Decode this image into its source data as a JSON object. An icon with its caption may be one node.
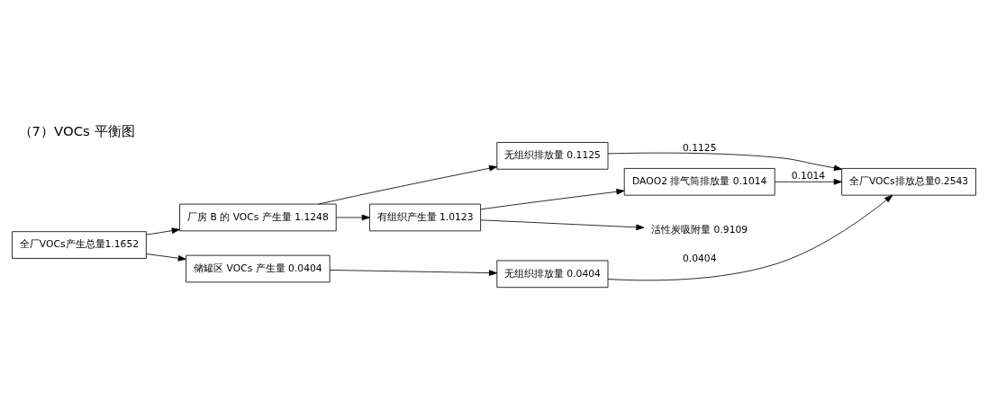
{
  "diagram": {
    "title": "（7）VOCs 平衡图",
    "nodes": [
      {
        "text": [
          "全厂VOCs产生总量1.1652"
        ]
      },
      {
        "text": [
          "厂房 B 的 VOCs 产生量 1.1248"
        ]
      },
      {
        "text": [
          "储罐区 VOCs 产生量 0.0404"
        ]
      },
      {
        "text": [
          "无组织排放量 0.1125"
        ]
      },
      {
        "text": [
          "有组织产生量 1.0123"
        ]
      },
      {
        "text": [
          "DAOO2 排气筒排放量 0.1014"
        ]
      },
      {
        "text": [
          "无组织排放量 0.0404"
        ]
      },
      {
        "text": [
          "活性炭吸附量 0.9109"
        ]
      },
      {
        "text": [
          "全厂VOCs排放总量0.2543"
        ]
      }
    ],
    "edges": [
      {
        "from": 0,
        "to": 1,
        "arrow": "to"
      },
      {
        "from": 0,
        "to": 2,
        "arrow": "to"
      },
      {
        "from": 1,
        "to": 3,
        "arrow": "to"
      },
      {
        "from": 1,
        "to": 4,
        "arrow": "to"
      },
      {
        "from": 4,
        "to": 7,
        "arrow": "to"
      },
      {
        "from": 4,
        "to": 5,
        "arrow": "to"
      },
      {
        "from": 2,
        "to": 6,
        "arrow": "to"
      },
      {
        "from": 3,
        "to": 8,
        "label": "0.1125",
        "arrow": "to"
      },
      {
        "from": 5,
        "to": 8,
        "label": "0.1014",
        "arrow": "to"
      },
      {
        "from": 6,
        "to": 8,
        "label": "0.0404",
        "arrow": "to"
      }
    ]
  }
}
